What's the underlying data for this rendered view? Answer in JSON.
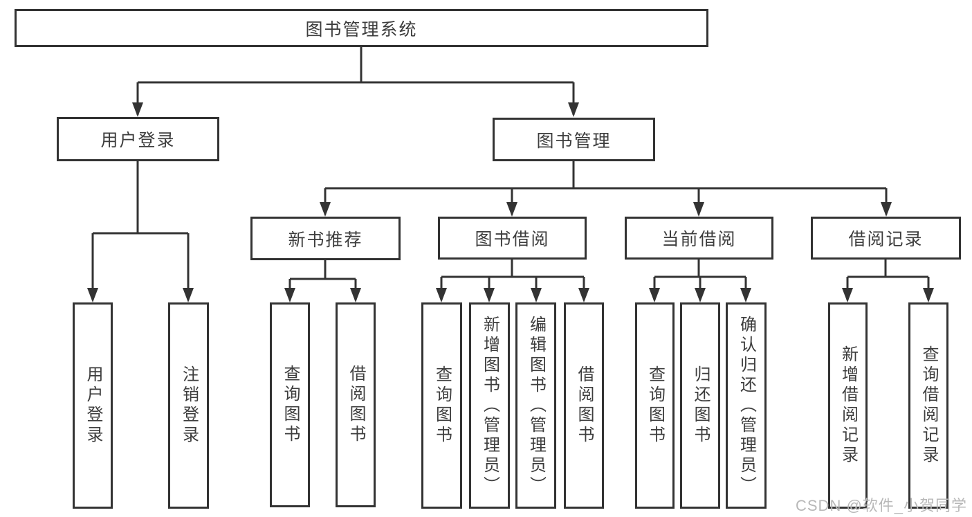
{
  "diagram": {
    "title": "图书管理系统",
    "root": {
      "label": "图书管理系统"
    },
    "level2": [
      {
        "label": "用户登录",
        "parent": "图书管理系统"
      },
      {
        "label": "图书管理",
        "parent": "图书管理系统"
      }
    ],
    "level3": [
      {
        "label": "新书推荐",
        "parent": "图书管理"
      },
      {
        "label": "图书借阅",
        "parent": "图书管理"
      },
      {
        "label": "当前借阅",
        "parent": "图书管理"
      },
      {
        "label": "借阅记录",
        "parent": "图书管理"
      }
    ],
    "leaves": [
      {
        "label": "用户登录",
        "parent": "用户登录"
      },
      {
        "label": "注销登录",
        "parent": "用户登录"
      },
      {
        "label": "查询图书",
        "parent": "新书推荐"
      },
      {
        "label": "借阅图书",
        "parent": "新书推荐"
      },
      {
        "label": "查询图书",
        "parent": "图书借阅"
      },
      {
        "label": "新增图书（管理员）",
        "parent": "图书借阅"
      },
      {
        "label": "编辑图书（管理员）",
        "parent": "图书借阅"
      },
      {
        "label": "借阅图书",
        "parent": "图书借阅"
      },
      {
        "label": "查询图书",
        "parent": "当前借阅"
      },
      {
        "label": "归还图书",
        "parent": "当前借阅"
      },
      {
        "label": "确认归还（管理员）",
        "parent": "当前借阅"
      },
      {
        "label": "新增借阅记录",
        "parent": "借阅记录"
      },
      {
        "label": "查询借阅记录",
        "parent": "借阅记录"
      }
    ],
    "watermark": "CSDN @软件_小贺同学",
    "colors": {
      "line": "#333333",
      "box_border": "#333333",
      "text": "#3d3d3d",
      "background": "#ffffff",
      "watermark": "#b8b8b8"
    }
  }
}
